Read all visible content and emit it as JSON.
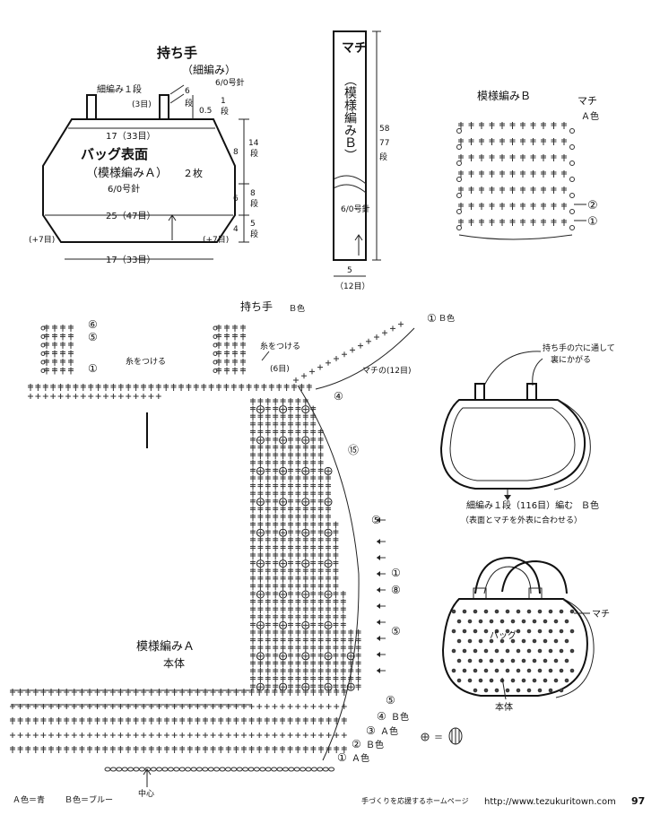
{
  "bag_panel": {
    "handle_title": "持ち手",
    "handle_sub": "（細編み）",
    "sc_row": "細編み１段",
    "handle_w": "(3目)",
    "handle_h1": "6",
    "handle_h2": "段",
    "hook_handle": "6/0号針",
    "half": "0.5",
    "one_row": "1",
    "one_row_u": "段",
    "top_width": "17（33目）",
    "title": "バッグ表面",
    "pattern": "（模様編みＡ）",
    "count": "２枚",
    "hook": "6/0号針",
    "mid_width": "25（47目）",
    "bottom_width": "17（33目）",
    "plus_left": "(+7目)",
    "plus_right": "(+7目)",
    "dim_a": "8",
    "dim_a_rows": "14",
    "dim_b": "6",
    "dim_b_rows": "8",
    "dim_c": "4",
    "dim_c_rows": "5",
    "rows_u": "段"
  },
  "gusset_panel": {
    "title_1": "マチ",
    "title_2": "（模様編みＢ）",
    "hook": "6/0号針",
    "len": "58",
    "len_rows": "77",
    "len_u": "段",
    "width": "5",
    "width_st": "（12目）"
  },
  "pattern_b": {
    "title": "模様編みＢ",
    "label": "マチ",
    "color": "Ａ色",
    "row2": "②",
    "row1": "①"
  },
  "chart": {
    "handle_title": "持ち手",
    "handle_color": "Ｂ色",
    "h6": "⑥",
    "h5": "⑤",
    "h1": "①",
    "attach_yarn": "糸をつける",
    "attach_yarn2": "糸をつける",
    "six_st": "(6目)",
    "gusset_12": "マチの(12目)",
    "top_start": "①",
    "top_color": "Ｂ色",
    "r4": "④",
    "r15": "⑮",
    "r5": "⑤",
    "r1": "①",
    "r8": "⑧",
    "r5b": "⑤",
    "pattern_a": "模様編みＡ",
    "body": "本体",
    "b5": "⑤",
    "b4": "④",
    "b4c": "Ｂ色",
    "b3": "③",
    "b3c": "Ａ色",
    "b2": "②",
    "b2c": "Ｂ色",
    "b1": "①",
    "b1c": "Ａ色",
    "center": "中心"
  },
  "illus_top": {
    "note_1": "持ち手の穴に通して",
    "note_2": "裏にかがる",
    "edge_1": "細編み１段（116目）編む",
    "edge_2": "（表面とマチを外表に合わせる）",
    "color": "Ｂ色"
  },
  "illus_bottom": {
    "gusset": "マチ",
    "bag": "バッグ",
    "body": "本体"
  },
  "legend": {
    "bead_eq": "＝",
    "color_a": "Ａ色＝青",
    "color_b": "Ｂ色＝ブルー"
  },
  "footer": {
    "site_jp": "手づくりを応援するホームページ",
    "url": "http://www.tezukuritown.com",
    "page": "97"
  }
}
